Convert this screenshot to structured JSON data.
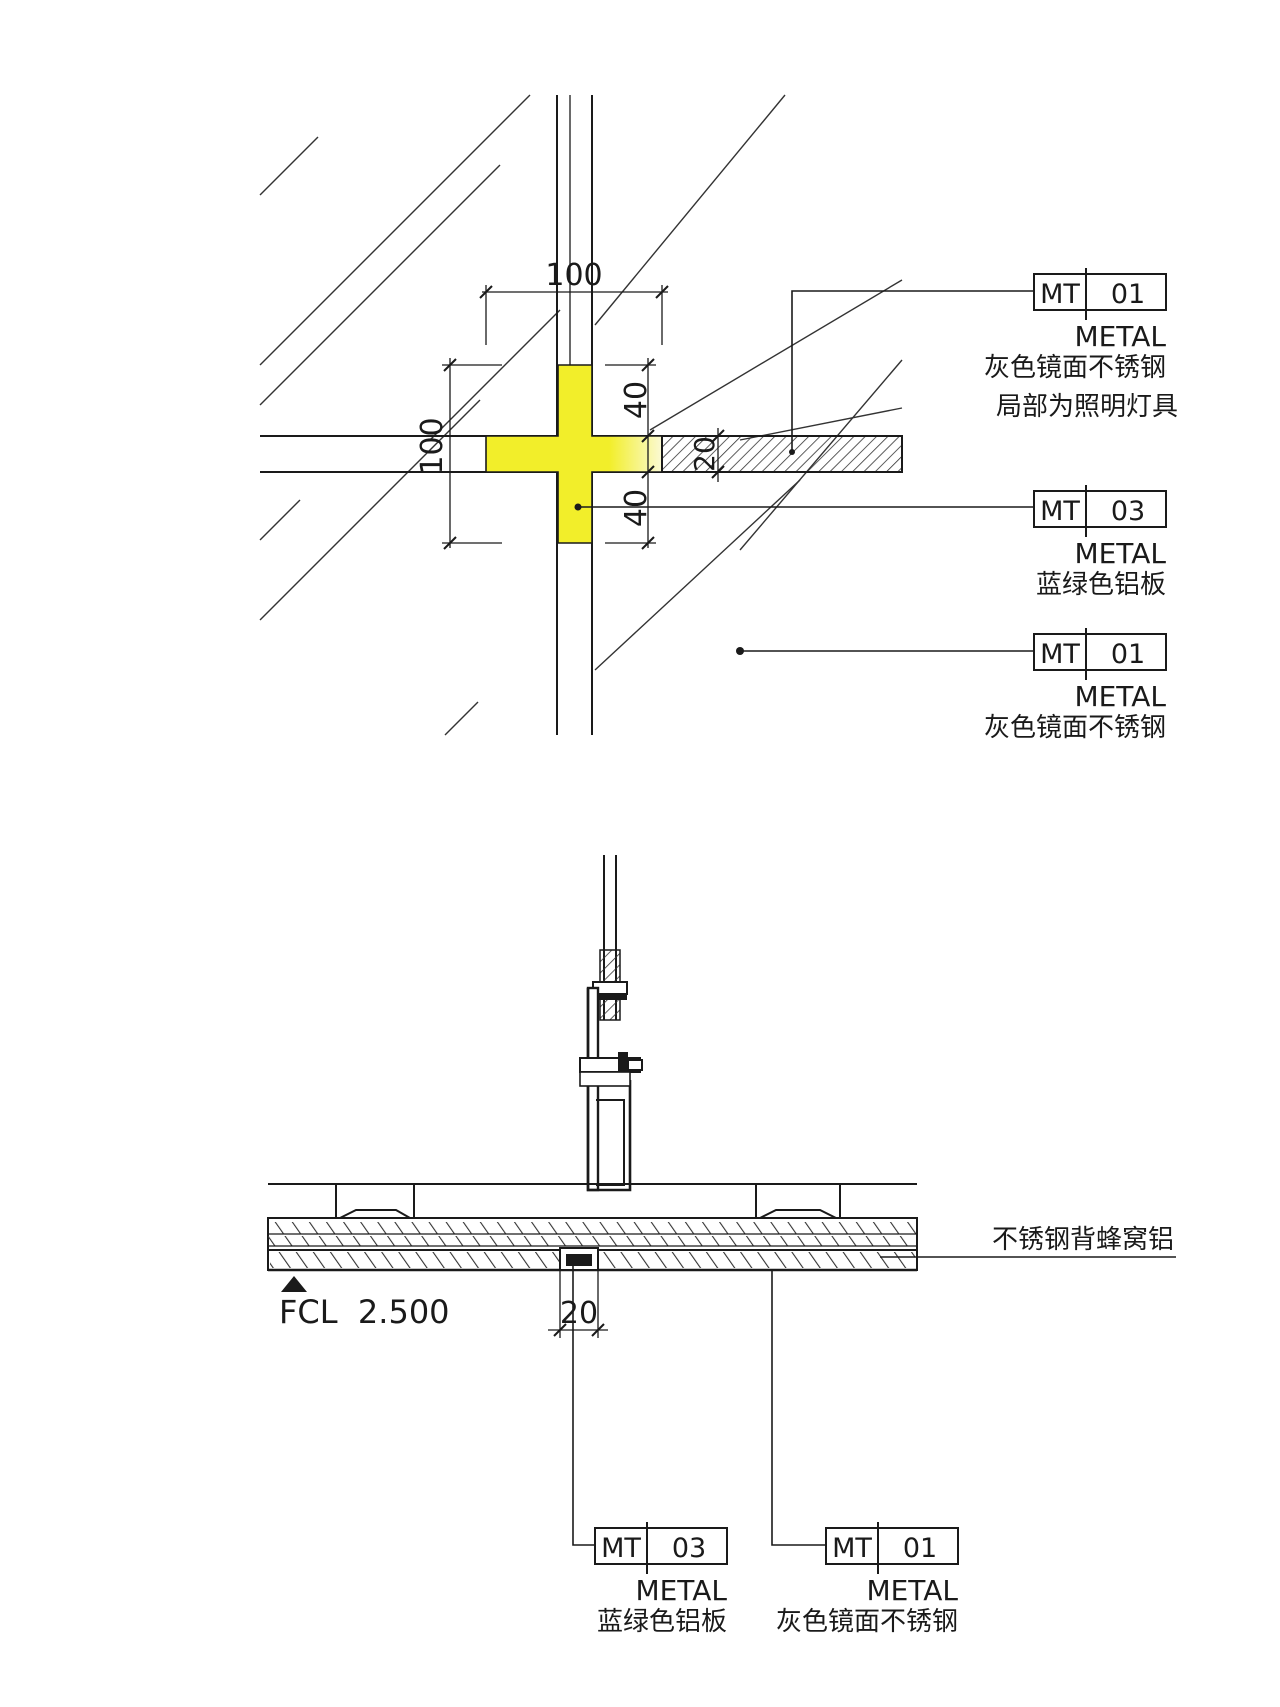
{
  "plan_detail": {
    "dimensions": {
      "width_top": "100",
      "height_left": "100",
      "arm_upper": "40",
      "arm_lower": "40",
      "panel_thickness": "20"
    },
    "tags": [
      {
        "code": "MT",
        "number": "01",
        "material": "METAL",
        "desc_lines": [
          "灰色镜面不锈钢",
          "局部为照明灯具"
        ]
      },
      {
        "code": "MT",
        "number": "03",
        "material": "METAL",
        "desc_lines": [
          "蓝绿色铝板"
        ]
      },
      {
        "code": "MT",
        "number": "01",
        "material": "METAL",
        "desc_lines": [
          "灰色镜面不锈钢"
        ]
      }
    ]
  },
  "section_detail": {
    "panel_note": "不锈钢背蜂窝铝",
    "level_mark": "FCL  2.500",
    "gap_dimension": "20",
    "tags": [
      {
        "code": "MT",
        "number": "03",
        "material": "METAL",
        "desc": "蓝绿色铝板"
      },
      {
        "code": "MT",
        "number": "01",
        "material": "METAL",
        "desc": "灰色镜面不锈钢"
      }
    ]
  },
  "colors": {
    "line": "#1a1a1a",
    "highlight_yellow": "#f2ee2a",
    "hatch": "#333333"
  }
}
